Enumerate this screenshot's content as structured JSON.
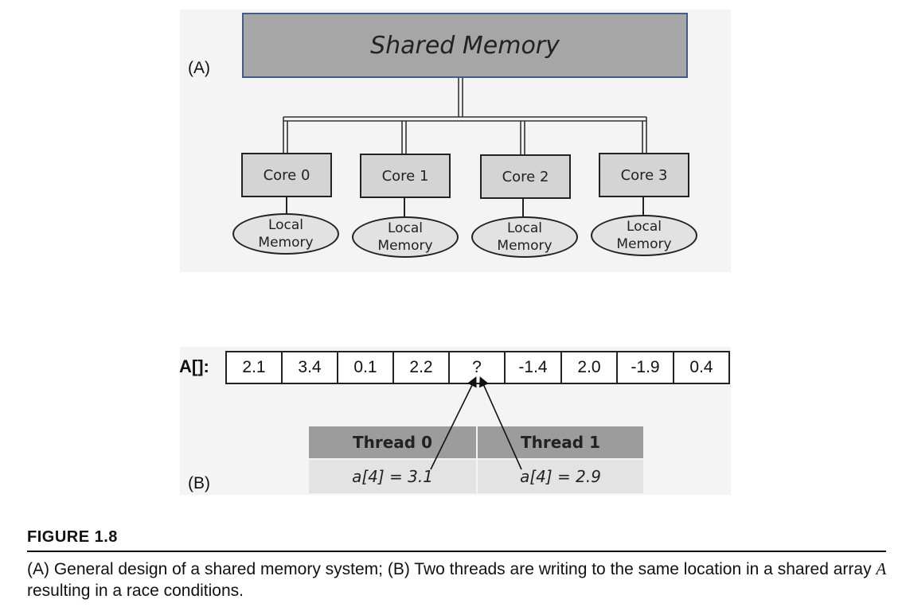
{
  "panel_a": {
    "label": "(A)",
    "shared_memory": "Shared Memory",
    "cores": [
      {
        "core": "Core 0",
        "local_line1": "Local",
        "local_line2": "Memory"
      },
      {
        "core": "Core 1",
        "local_line1": "Local",
        "local_line2": "Memory"
      },
      {
        "core": "Core 2",
        "local_line1": "Local",
        "local_line2": "Memory"
      },
      {
        "core": "Core 3",
        "local_line1": "Local",
        "local_line2": "Memory"
      }
    ]
  },
  "panel_b": {
    "label": "(B)",
    "array_label": "A[]:",
    "array_values": [
      "2.1",
      "3.4",
      "0.1",
      "2.2",
      "?",
      "-1.4",
      "2.0",
      "-1.9",
      "0.4"
    ],
    "threads": [
      {
        "name": "Thread 0",
        "code": "a[4] = 3.1"
      },
      {
        "name": "Thread 1",
        "code": "a[4] = 2.9"
      }
    ]
  },
  "figure": {
    "title": "FIGURE 1.8",
    "caption_part1": "(A) General design of a shared memory system; (B) Two threads are writing to the same location in a shared array ",
    "caption_var": "A",
    "caption_part2": " resulting in a race conditions."
  }
}
